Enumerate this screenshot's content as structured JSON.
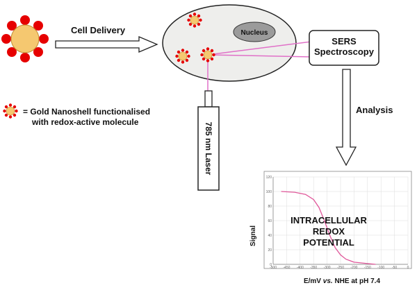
{
  "labels": {
    "cell_delivery": "Cell Delivery",
    "nucleus": "Nucleus",
    "sers_line1": "SERS",
    "sers_line2": "Spectroscopy",
    "analysis": "Analysis",
    "legend_line1": "= Gold Nanoshell functionalised",
    "legend_line2": "with redox-active molecule",
    "laser": "785 nm Laser"
  },
  "chart_data": {
    "type": "line",
    "title": "",
    "annotation": [
      "INTRACELLULAR",
      "REDOX",
      "POTENTIAL"
    ],
    "xlabel": "E/mV vs. NHE at pH 7.4",
    "xlabel_parts": [
      "E/mV ",
      "vs.",
      " NHE at pH 7.4"
    ],
    "ylabel": "Signal",
    "xlim": [
      -500,
      0
    ],
    "ylim": [
      0,
      120
    ],
    "xticks": [
      "-500",
      "-450",
      "-400",
      "-350",
      "-300",
      "-250",
      "-200",
      "-150",
      "-100",
      "-50",
      "0"
    ],
    "yticks": [
      "0",
      "20",
      "40",
      "60",
      "80",
      "100",
      "120"
    ],
    "grid": true,
    "series": [
      {
        "color": "#e0579a",
        "x": [
          -470,
          -420,
          -380,
          -350,
          -330,
          -310,
          -290,
          -270,
          -250,
          -230,
          -200,
          -150,
          -120
        ],
        "y": [
          100,
          99,
          96,
          89,
          78,
          60,
          40,
          23,
          13,
          7,
          3,
          1,
          0
        ]
      }
    ]
  },
  "colors": {
    "gold": "#f5c870",
    "gold_edge": "#c08a30",
    "dot": "#e60000",
    "cell_fill": "#eeeeec",
    "nucleus_fill": "#9b9b9b",
    "beam": "#e070c8"
  }
}
